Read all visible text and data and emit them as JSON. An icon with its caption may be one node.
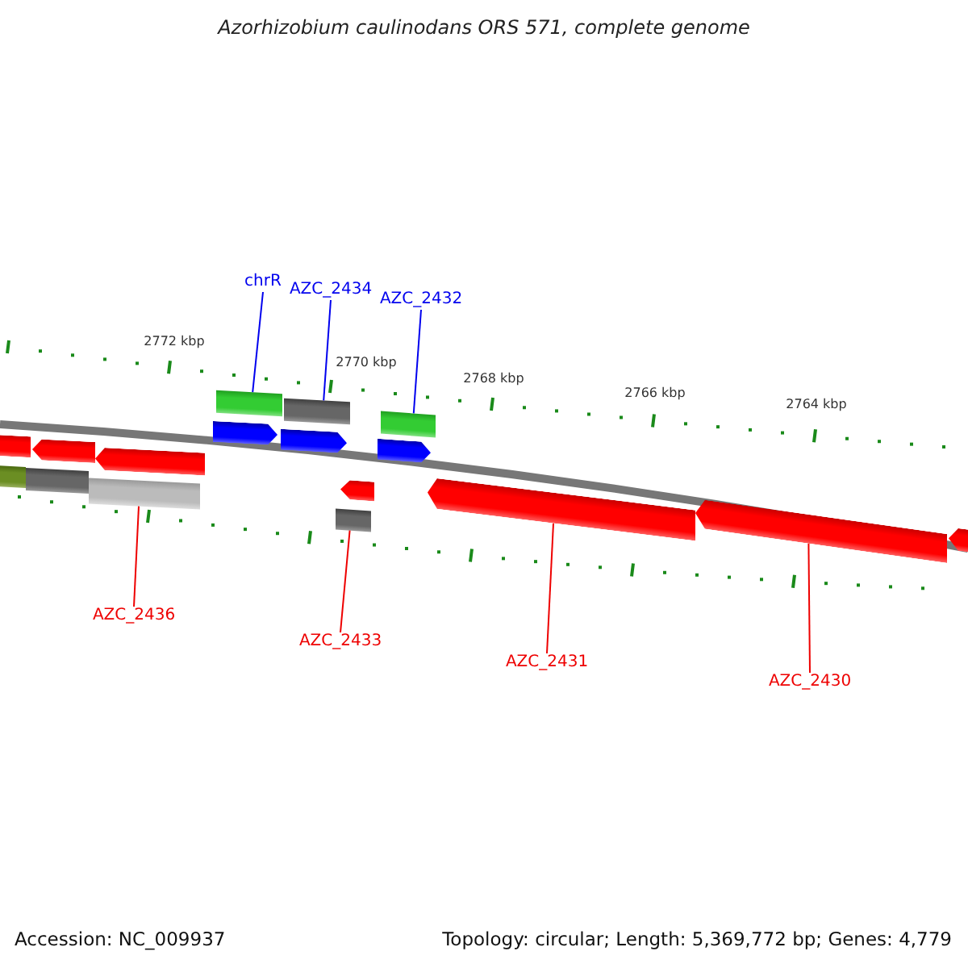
{
  "diagram": {
    "title": "Azorhizobium caulinodans ORS 571, complete genome",
    "nodes": [
      {
        "text": [
          "chrR"
        ]
      },
      {
        "text": [
          "AZC_2434"
        ]
      },
      {
        "text": [
          "AZC_2432"
        ]
      },
      {
        "text": [
          "AZC_2436"
        ]
      },
      {
        "text": [
          "AZC_2433"
        ]
      },
      {
        "text": [
          "AZC_2431"
        ]
      },
      {
        "text": [
          "AZC_2430"
        ]
      },
      {
        "text": [],
        "shape": "arrow"
      },
      {
        "text": [],
        "shape": "bar"
      },
      {
        "text": [],
        "shape": "bar"
      },
      {
        "text": [],
        "shape": "arrow"
      },
      {
        "text": [],
        "shape": "bar"
      },
      {
        "text": [],
        "shape": "arrow"
      },
      {
        "text": [],
        "shape": "arrow"
      },
      {
        "text": [],
        "shape": "bar"
      },
      {
        "text": [],
        "shape": "arrow"
      },
      {
        "text": [],
        "shape": "bar"
      },
      {
        "text": [],
        "shape": "bar"
      },
      {
        "text": [],
        "shape": "arrow"
      },
      {
        "text": [],
        "shape": "arrow"
      },
      {
        "text": [],
        "shape": "bar"
      },
      {
        "text": [],
        "shape": "arrow"
      },
      {
        "text": [],
        "shape": "arrow"
      },
      {
        "text": [],
        "shape": "arrow"
      }
    ],
    "edges": [
      {
        "from": 0,
        "to": 14,
        "arrow": "none",
        "color": "#0000ee"
      },
      {
        "from": 1,
        "to": 16,
        "arrow": "none",
        "color": "#0000ee"
      },
      {
        "from": 2,
        "to": 20,
        "arrow": "none",
        "color": "#0000ee"
      },
      {
        "from": 3,
        "to": 11,
        "arrow": "none",
        "color": "#ee0000"
      },
      {
        "from": 4,
        "to": 17,
        "arrow": "none",
        "color": "#ee0000"
      },
      {
        "from": 5,
        "to": 21,
        "arrow": "none",
        "color": "#ee0000"
      },
      {
        "from": 6,
        "to": 22,
        "arrow": "none",
        "color": "#ee0000"
      }
    ],
    "labels": [
      "2772 kbp",
      "2770 kbp",
      "2768 kbp",
      "2766 kbp",
      "2764 kbp",
      "Accession: NC_009937",
      "Topology: circular; Length: 5,369,772 bp; Genes: 4,779"
    ]
  }
}
